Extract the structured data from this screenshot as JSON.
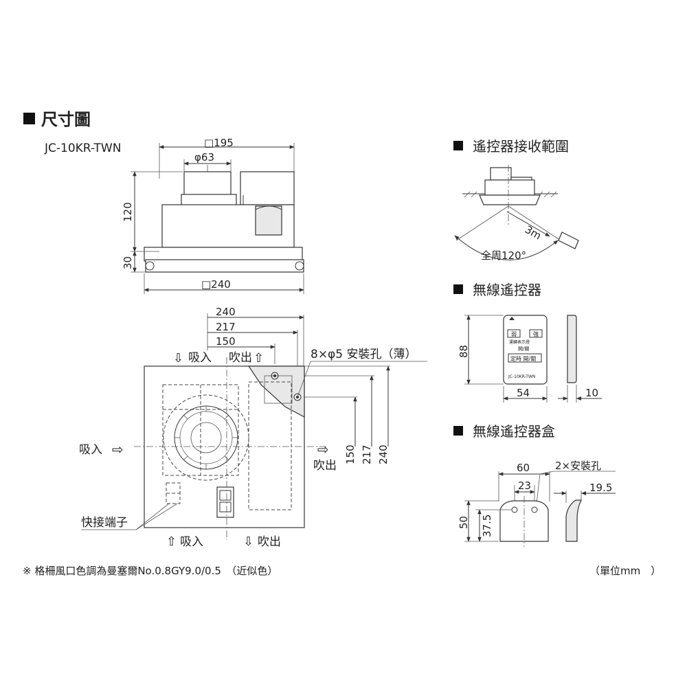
{
  "title": "尺寸圖",
  "model": "JC-10KR-TWN",
  "sections": {
    "range": "遙控器接收範圍",
    "remote": "無線遙控器",
    "remote_box": "無線遙控器盒"
  },
  "side_view": {
    "dim_top_width": "□195",
    "dim_duct": "φ63",
    "dim_height": "120",
    "dim_panel": "30",
    "dim_bottom_width": "□240"
  },
  "front_view": {
    "dim_240": "240",
    "dim_217": "217",
    "dim_150": "150",
    "intake_top": "吸入",
    "outlet_top": "吹出",
    "holes": "8×φ5 安裝孔（薄）",
    "intake_left": "吸入",
    "outlet_right": "吹出",
    "dim_v150": "150",
    "dim_v217": "217",
    "dim_v240": "240",
    "connector": "快接端子",
    "intake_bottom": "吸入",
    "outlet_bottom": "吹出"
  },
  "range": {
    "distance": "3m",
    "angle": "全周120°"
  },
  "remote": {
    "height": "88",
    "width": "54",
    "depth": "10",
    "btn_weak": "弱",
    "btn_strong": "強",
    "btn_indicator": "運轉表示燈",
    "btn_power": "開/關",
    "btn_timer": "定時 開/關",
    "model_label": "JC-10KR-TWN"
  },
  "remote_box": {
    "width": "60",
    "holes": "2×安裝孔",
    "hole_pitch": "23",
    "depth": "19.5",
    "height": "50",
    "hole_height": "37.5"
  },
  "footnote": "※ 格柵風口色調為曼塞爾No.0.8GY9.0/0.5　（近似色）",
  "unit": "（單位mm　）"
}
